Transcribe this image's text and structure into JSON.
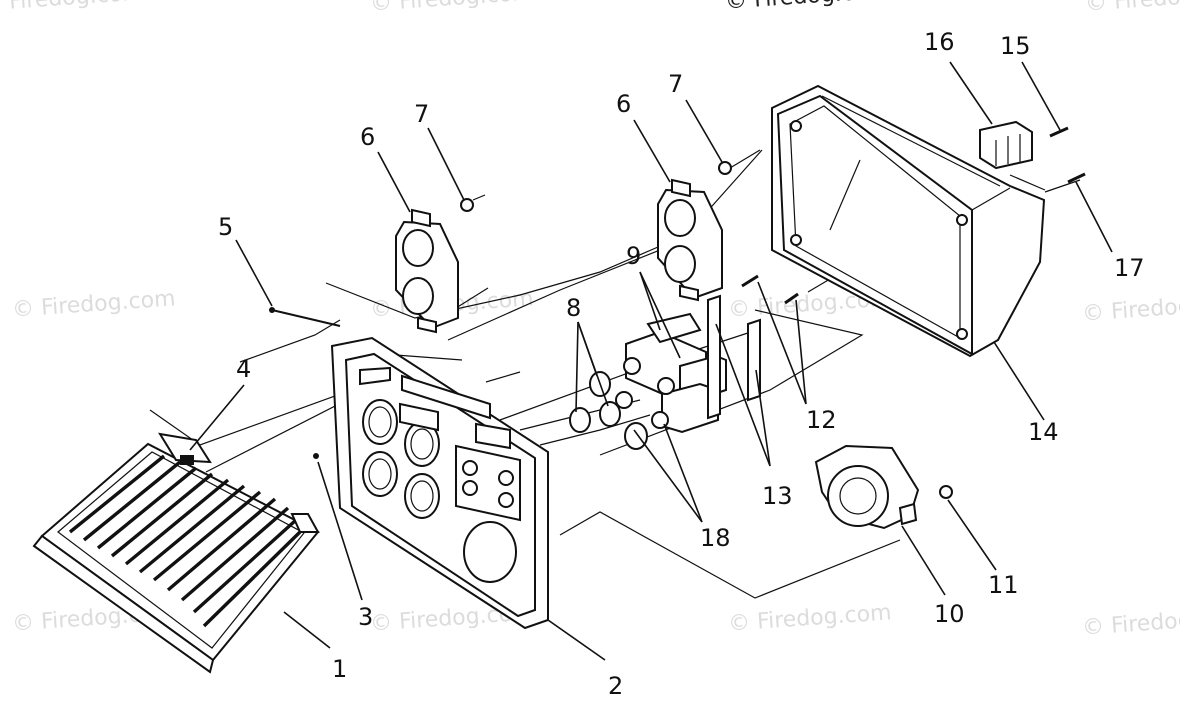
{
  "watermarks": [
    {
      "text": "© Firedog.com"
    },
    {
      "text": "© Firedog.com"
    },
    {
      "text": "© Firedog.com"
    },
    {
      "text": "© Firedog.com"
    },
    {
      "text": "© Firedog.com"
    },
    {
      "text": "© Firedog.com"
    },
    {
      "text": "© Firedog.com"
    },
    {
      "text": "© Firedog.com"
    },
    {
      "text": "© Firedog.com"
    },
    {
      "text": "© Firedog.com"
    },
    {
      "text": "© Firedog.com"
    },
    {
      "text": "© Firedog.com"
    }
  ],
  "callouts": {
    "c1": "1",
    "c2": "2",
    "c3": "3",
    "c4": "4",
    "c5": "5",
    "c6a": "6",
    "c6b": "6",
    "c7a": "7",
    "c7b": "7",
    "c8": "8",
    "c9": "9",
    "c10": "10",
    "c11": "11",
    "c12": "12",
    "c13": "13",
    "c14": "14",
    "c15": "15",
    "c16": "16",
    "c17": "17",
    "c18": "18"
  }
}
